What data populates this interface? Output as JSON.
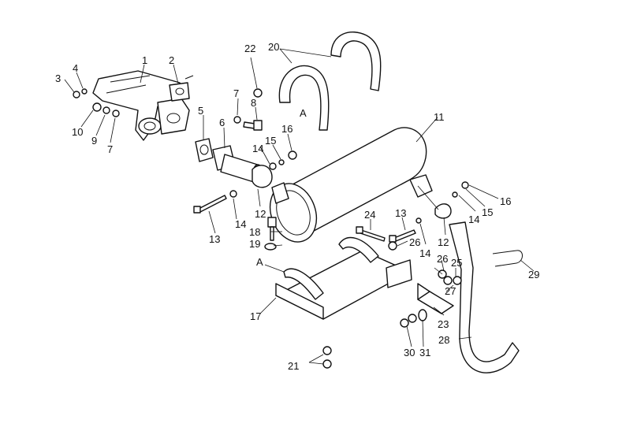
{
  "callouts": [
    {
      "id": "c1",
      "text": "1"
    },
    {
      "id": "c2",
      "text": "2"
    },
    {
      "id": "c3",
      "text": "3"
    },
    {
      "id": "c4",
      "text": "4"
    },
    {
      "id": "c5",
      "text": "5"
    },
    {
      "id": "c6",
      "text": "6"
    },
    {
      "id": "c7a",
      "text": "7"
    },
    {
      "id": "c7b",
      "text": "7"
    },
    {
      "id": "c8",
      "text": "8"
    },
    {
      "id": "c9",
      "text": "9"
    },
    {
      "id": "c10",
      "text": "10"
    },
    {
      "id": "c11",
      "text": "11"
    },
    {
      "id": "c12a",
      "text": "12"
    },
    {
      "id": "c12b",
      "text": "12"
    },
    {
      "id": "c13a",
      "text": "13"
    },
    {
      "id": "c13b",
      "text": "13"
    },
    {
      "id": "c14a",
      "text": "14"
    },
    {
      "id": "c14b",
      "text": "14"
    },
    {
      "id": "c14c",
      "text": "14"
    },
    {
      "id": "c14d",
      "text": "14"
    },
    {
      "id": "c15a",
      "text": "15"
    },
    {
      "id": "c15b",
      "text": "15"
    },
    {
      "id": "c16a",
      "text": "16"
    },
    {
      "id": "c16b",
      "text": "16"
    },
    {
      "id": "c17",
      "text": "17"
    },
    {
      "id": "c18",
      "text": "18"
    },
    {
      "id": "c19",
      "text": "19"
    },
    {
      "id": "c20",
      "text": "20"
    },
    {
      "id": "c21",
      "text": "21"
    },
    {
      "id": "c22",
      "text": "22"
    },
    {
      "id": "c23",
      "text": "23"
    },
    {
      "id": "c24",
      "text": "24"
    },
    {
      "id": "c25",
      "text": "25"
    },
    {
      "id": "c26a",
      "text": "26"
    },
    {
      "id": "c26b",
      "text": "26"
    },
    {
      "id": "c27",
      "text": "27"
    },
    {
      "id": "c28",
      "text": "28"
    },
    {
      "id": "c29",
      "text": "29"
    },
    {
      "id": "c30",
      "text": "30"
    },
    {
      "id": "c31",
      "text": "31"
    },
    {
      "id": "cAa",
      "text": "A"
    },
    {
      "id": "cAb",
      "text": "A"
    }
  ]
}
